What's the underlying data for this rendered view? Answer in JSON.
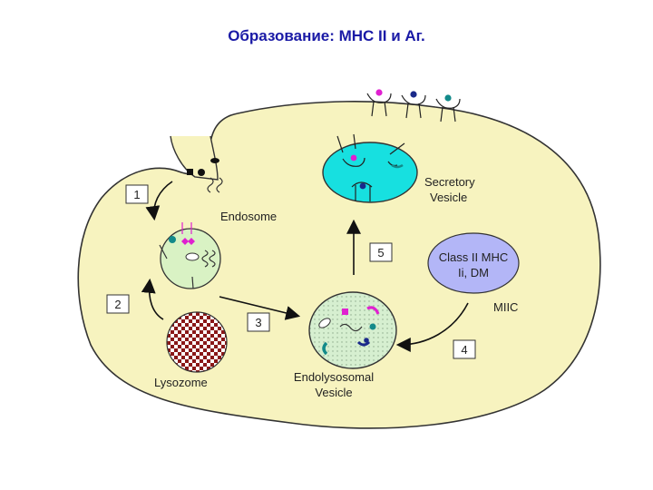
{
  "title": "Образование: МНС II и Аг.",
  "labels": {
    "endosome": "Endosome",
    "secretory_line1": "Secretory",
    "secretory_line2": "Vesicle",
    "class2_line1": "Class II MHC",
    "class2_line2": "Ii, DM",
    "miic": "MIIC",
    "lysozome": "Lysozome",
    "endolyso_line1": "Endolysosomal",
    "endolyso_line2": "Vesicle"
  },
  "steps": [
    "1",
    "2",
    "3",
    "4",
    "5"
  ],
  "colors": {
    "cell_fill": "#f7f3bf",
    "secretory_fill": "#17e0e0",
    "endosome_fill": "#d9f2c4",
    "endolyso_fill": "#d6efd0",
    "class2_fill": "#b3b6f7",
    "antigen_teal": "#138a8a",
    "antigen_magenta": "#e020d0",
    "antigen_navy": "#1a2a8a",
    "title": "#1a1aa6"
  }
}
